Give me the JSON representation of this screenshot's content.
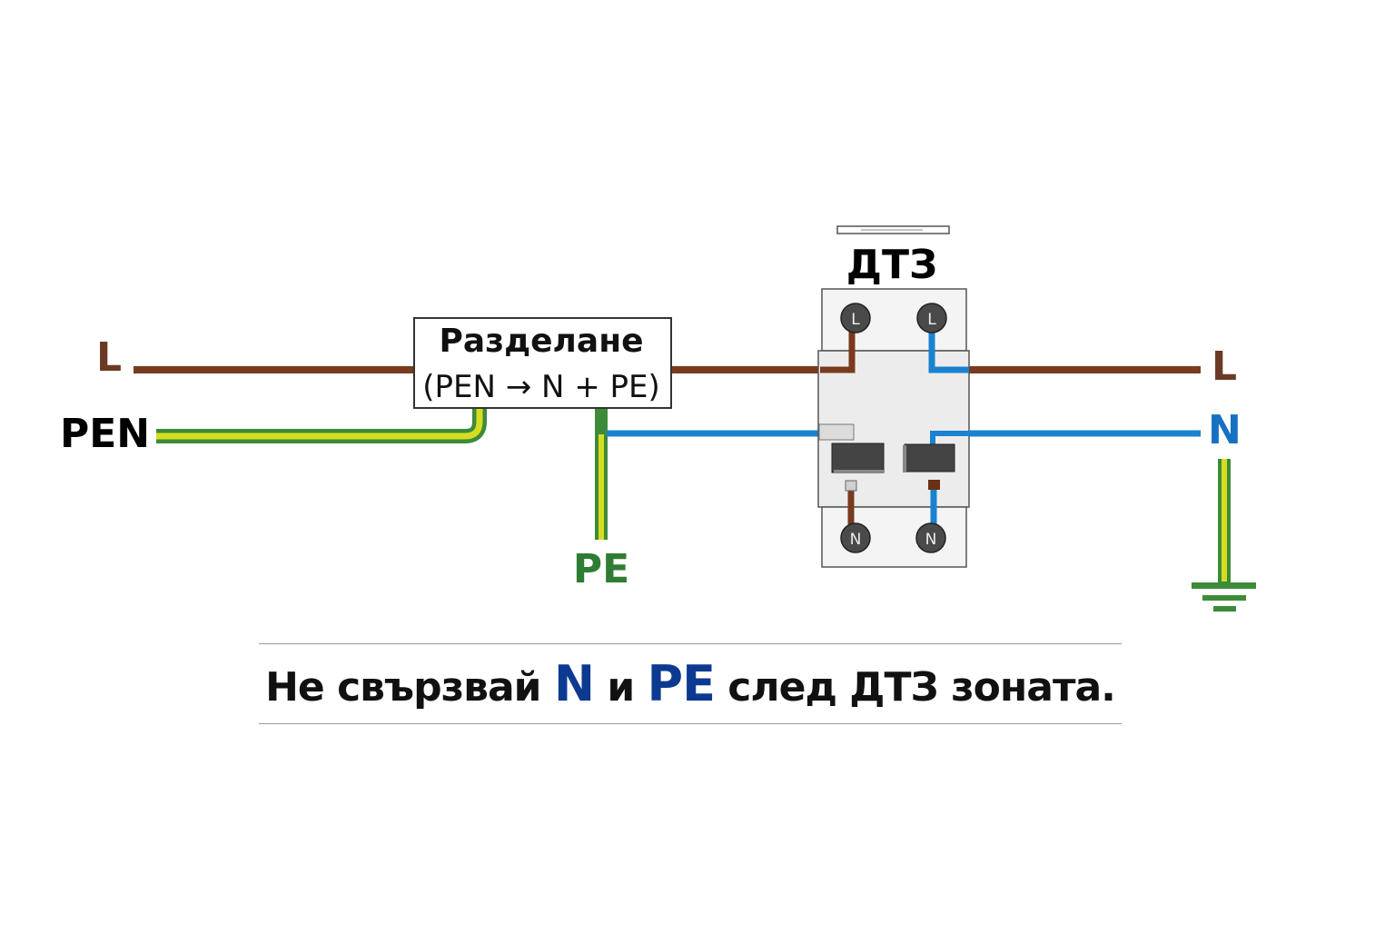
{
  "colors": {
    "line": "#7a3a1e",
    "neutral": "#1a82cf",
    "earth_green": "#3d8b3a",
    "earth_yellow": "#d6dd1f",
    "label_brown": "#6a3a24",
    "label_blue": "#1770c2",
    "label_green": "#2e7d32",
    "caption_highlight": "#0d3a91",
    "terminal": "#4a4a4a"
  },
  "icons": {
    "ground": "ground-symbol-icon",
    "terminal": "screw-terminal-icon"
  },
  "labels": {
    "L_in": "L",
    "PEN_in": "PEN",
    "PE_out": "PE",
    "L_out": "L",
    "N_out": "N"
  },
  "split_box": {
    "line1": "Разделане",
    "line2": "(PEN → N + PE)"
  },
  "rcd": {
    "title": "ДТЗ",
    "top_terminals": [
      "L",
      "L"
    ],
    "bottom_terminals": [
      "N",
      "N"
    ]
  },
  "caption": {
    "part1": "Не свързвай ",
    "n": "N",
    "part2": " и ",
    "pe": "PE",
    "part3": " след ДТЗ зоната."
  }
}
